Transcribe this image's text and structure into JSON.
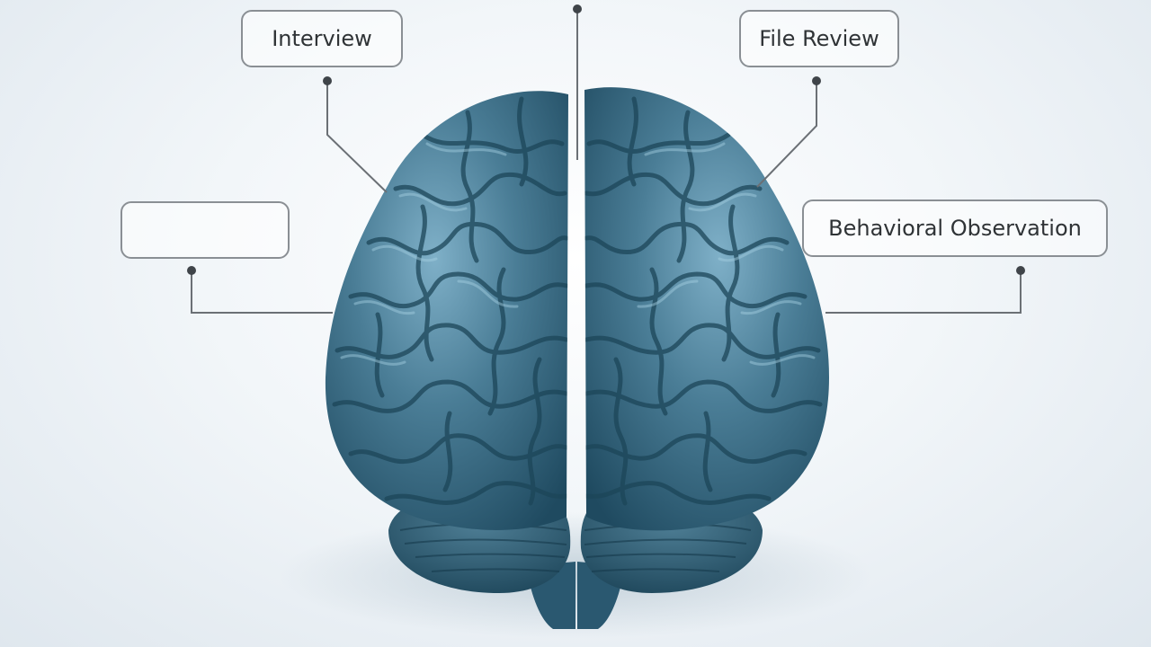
{
  "labels": {
    "interview": "Interview",
    "file_review": "File Review",
    "left_empty": "",
    "behavioral_observation": "Behavioral Observation"
  },
  "colors": {
    "background": "#f2f6f9",
    "brain": "#4a7d96",
    "brain_highlight": "#79aac2",
    "brain_shadow": "#1f4a60",
    "connector": "#6b7075",
    "box_border": "#8a8f94"
  },
  "illustration": {
    "subject": "brain-top-view",
    "connectors": 5
  }
}
